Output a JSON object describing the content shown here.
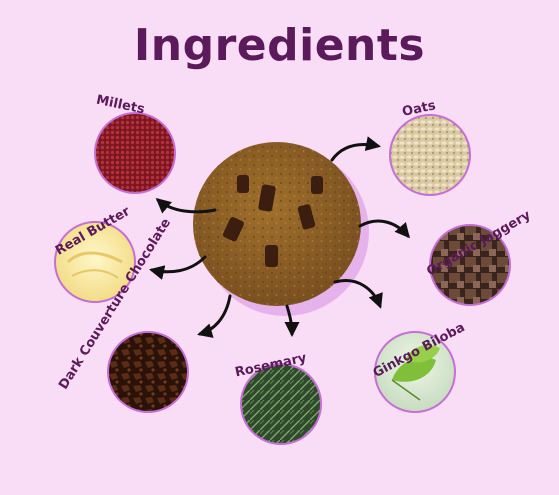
{
  "title": "Ingredients",
  "ingredients": [
    {
      "label": "Millets"
    },
    {
      "label": "Oats"
    },
    {
      "label": "Real Butter"
    },
    {
      "label": "Organic Jaggery"
    },
    {
      "label": "Dark Couverture Chocolate"
    },
    {
      "label": "Rosemary"
    },
    {
      "label": "Ginkgo Biloba"
    }
  ],
  "colors": {
    "background": "#f9dcf6",
    "title": "#5b1a5a",
    "circle_border": "#c46fd4",
    "arrow": "#111111"
  }
}
